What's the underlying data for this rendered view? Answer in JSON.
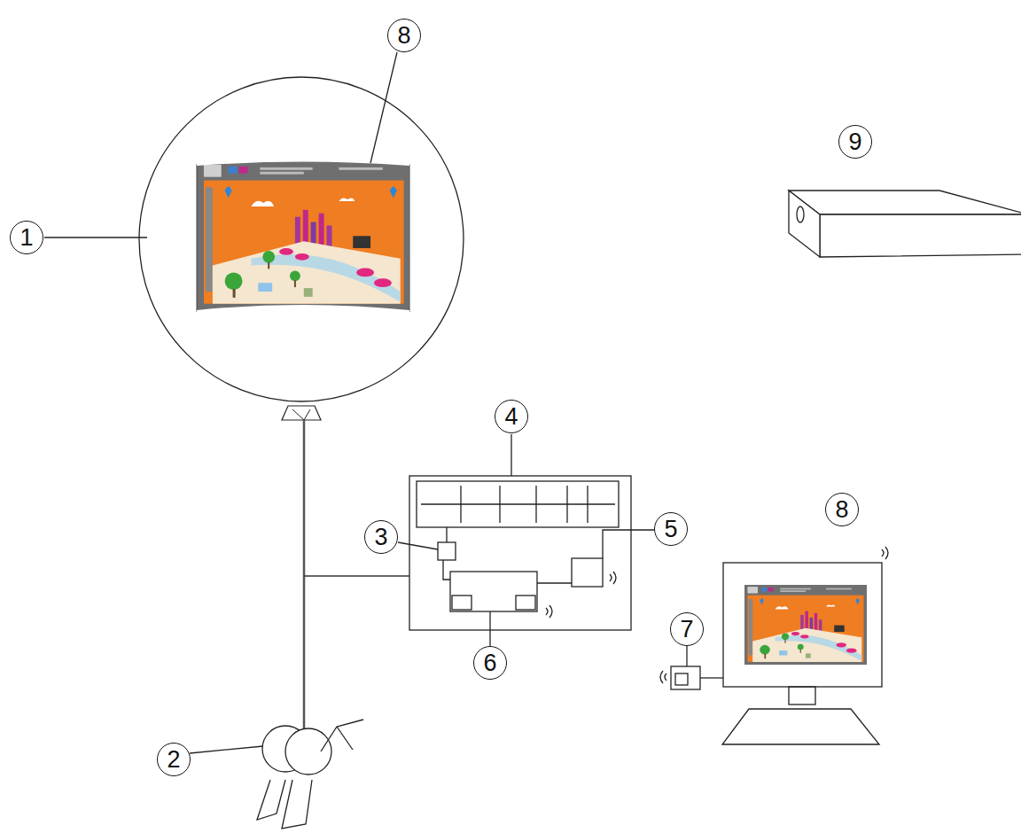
{
  "diagram": {
    "labels": [
      "8",
      "1",
      "9",
      "4",
      "3",
      "5",
      "8",
      "7",
      "6",
      "2"
    ]
  }
}
